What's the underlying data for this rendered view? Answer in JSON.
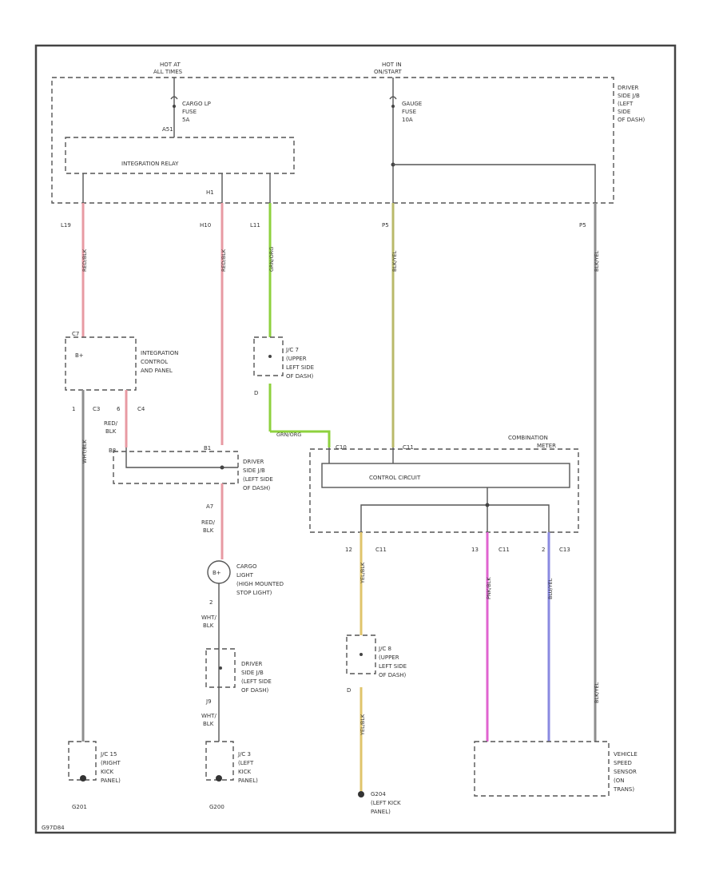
{
  "colors": {
    "pink": "#e89aa3",
    "green": "#8ed13e",
    "olive": "#b9b96a",
    "gray": "#8e8e8e",
    "yellow": "#e0c46b",
    "magenta": "#e064d0",
    "violet": "#8a8ae0",
    "line": "#555555"
  },
  "labels": {
    "hot_at_all_times": [
      "HOT AT",
      "ALL TIMES"
    ],
    "hot_in_on_start": [
      "HOT IN",
      "ON/START"
    ],
    "cargo_fuse": [
      "CARGO LP",
      "FUSE",
      "5A"
    ],
    "gauge_fuse": [
      "GAUGE",
      "FUSE",
      "10A"
    ],
    "driver_jb_top": [
      "DRIVER",
      "SIDE J/B",
      "(LEFT",
      "SIDE",
      "OF DASH)"
    ],
    "integration_relay": "INTEGRATION RELAY",
    "pin_l19": "L19",
    "pin_h10": "H10",
    "pin_l11": "L11",
    "pin_p5a": "P5",
    "pin_p5b": "P5",
    "pin_h1": "H1",
    "pin_a51": "A51",
    "integration_panel": [
      "INTEGRATION",
      "CONTROL",
      "AND PANEL"
    ],
    "pin_b_plus": "B+",
    "jc7": [
      "J/C 7",
      "(UPPER",
      "LEFT SIDE",
      "OF DASH)"
    ],
    "pin_d1": "D",
    "pin_c7": "C7",
    "panel_pins": [
      "1",
      "C3",
      "6",
      "C4"
    ],
    "red_blk_a": [
      "RED/",
      "BLK"
    ],
    "pin_b8": "B8",
    "pin_b1": "B1",
    "driver_jb_mid": [
      "DRIVER",
      "SIDE J/B",
      "(LEFT SIDE",
      "OF DASH)"
    ],
    "pin_c10": "C10",
    "pin_c11": "C11",
    "combination_meter": [
      "COMBINATION",
      "METER"
    ],
    "control_circuit": "CONTROL CIRCUIT",
    "pin_a7": "A7",
    "red_blk_b": [
      "RED/",
      "BLK"
    ],
    "cargo_light": [
      "CARGO",
      "LIGHT",
      "(HIGH MOUNTED",
      "STOP LIGHT)"
    ],
    "pin_2": "2",
    "wht_blk_a": [
      "WHT/",
      "BLK"
    ],
    "jb_bottom": [
      "DRIVER",
      "SIDE J/B",
      "(LEFT SIDE",
      "OF DASH)"
    ],
    "pin_j9": "J9",
    "wht_blk_b": [
      "WHT/",
      "BLK"
    ],
    "meter_pins": [
      "12",
      "C11",
      "13",
      "C11",
      "2",
      "C13"
    ],
    "jc8": [
      "J/C 8",
      "(UPPER",
      "LEFT SIDE",
      "OF DASH)"
    ],
    "pin_d2": "D",
    "jc15": [
      "J/C 15",
      "(RIGHT",
      "KICK",
      "PANEL)"
    ],
    "jc3": [
      "J/C 3",
      "(LEFT",
      "KICK",
      "PANEL)"
    ],
    "g201": "G201",
    "g200": "G200",
    "g204": [
      "G204",
      "(LEFT KICK",
      "PANEL)"
    ],
    "vss": [
      "VEHICLE",
      "SPEED",
      "SENSOR",
      "(ON",
      "TRANS)"
    ],
    "footer_code": "G97D84"
  },
  "wire_labels": {
    "w1": "RED/BLK",
    "w2": "RED/BLK",
    "w3": "GRN/ORG",
    "w4": "BLK/YEL",
    "w5": "BLK/YEL",
    "w6": "GRN/ORG",
    "w7": "WHT/BLK",
    "w8": "YEL/BLK",
    "w9": "PNK/BLK",
    "w10": "BLU/YEL",
    "w11": "BLK/YEL",
    "w12": "YEL/BLK"
  }
}
